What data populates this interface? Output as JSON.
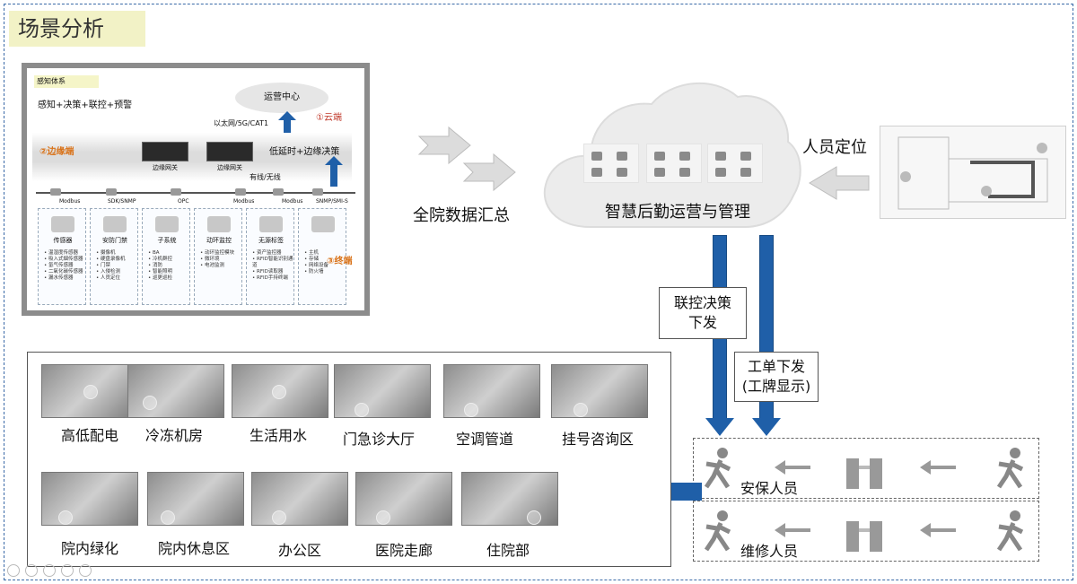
{
  "title": "场景分析",
  "architecture": {
    "tag": "感知体系",
    "slogan": "感知+决策+联控+预警",
    "ops_center": "运营中心",
    "cloud_label": "①云端",
    "network": "以太网/5G/CAT1",
    "edge_label": "②边缘端",
    "gateway_label": "边缘网关",
    "edge_desc": "低延时+边缘决策",
    "wired": "有线/无线",
    "terminal_label": "③终端",
    "protocols": [
      "Modbus",
      "SDK/SNMP",
      "OPC",
      "Modbus",
      "Modbus",
      "SNMP/SMI-S"
    ],
    "devices": [
      {
        "name": "传感器",
        "items": [
          "温湿度传感器",
          "吸入式烟传感器",
          "氢气传感器",
          "二氧化碳传感器",
          "漏水传感器"
        ]
      },
      {
        "name": "安防门禁",
        "items": [
          "摄像机",
          "硬盘录像机",
          "门禁",
          "入侵检测",
          "人员定位"
        ]
      },
      {
        "name": "子系统",
        "items": [
          "BA",
          "冷机群控",
          "消防",
          "智能照明",
          "巡更巡检"
        ]
      },
      {
        "name": "动环监控",
        "items": [
          "动环监控模块",
          "微环境",
          "电池监测"
        ]
      },
      {
        "name": "无源标签",
        "items": [
          "资产监控器",
          "RFID智能识别通道",
          "RFID读取器",
          "RFID手持终端"
        ]
      },
      {
        "name": "",
        "items": [
          "主机",
          "存储",
          "网络设备",
          "防火墙"
        ]
      }
    ]
  },
  "all_data_label": "全院数据汇总",
  "cloud_title": "智慧后勤运营与管理",
  "location_label": "人员定位",
  "decision_label": [
    "联控决策",
    "下发"
  ],
  "workorder_label": [
    "工单下发",
    "(工牌显示)"
  ],
  "staff": [
    {
      "label": "安保人员"
    },
    {
      "label": "维修人员"
    }
  ],
  "scenes_row1": [
    "高低配电",
    "冷冻机房",
    "生活用水",
    "门急诊大厅",
    "空调管道",
    "挂号咨询区"
  ],
  "scenes_row2": [
    "院内绿化",
    "院内休息区",
    "办公区",
    "医院走廊",
    "住院部"
  ],
  "colors": {
    "accent_blue": "#1f5fa8",
    "orange": "#d9731a",
    "red": "#c0392b",
    "title_bg": "#f2f2c6"
  }
}
